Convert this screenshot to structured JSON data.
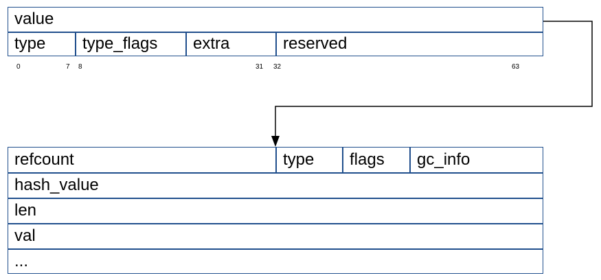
{
  "top_struct": {
    "title": "value",
    "fields": [
      "type",
      "type_flags",
      "extra",
      "reserved"
    ],
    "bit_labels": [
      "0",
      "7",
      "8",
      "31",
      "32",
      "63"
    ]
  },
  "bottom_struct": {
    "header_fields": [
      "refcount",
      "type",
      "flags",
      "gc_info"
    ],
    "rows": [
      "hash_value",
      "len",
      "val",
      "..."
    ]
  },
  "colors": {
    "border": "#1f4e8c",
    "line": "#000000"
  }
}
